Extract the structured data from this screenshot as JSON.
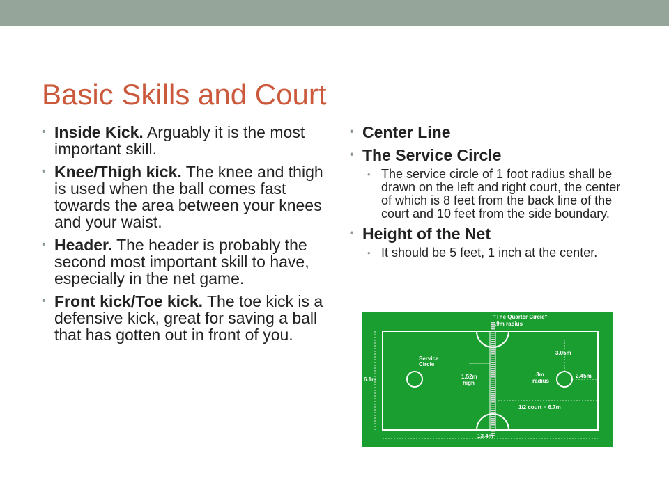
{
  "slide": {
    "title": "Basic Skills and Court",
    "colors": {
      "top_bar": "#96a59a",
      "title": "#cb5a3d",
      "court_green": "#1a9e2f"
    }
  },
  "left_bullets": [
    {
      "term": "Inside Kick.",
      "text": "  Arguably it is the most important skill."
    },
    {
      "term": "Knee/Thigh kick.",
      "text": " The knee and thigh is used when the ball comes fast towards the area between your knees and your waist."
    },
    {
      "term": "Header.",
      "text": " The header is probably the second most important skill to have, especially in the net game."
    },
    {
      "term": "Front kick/Toe kick.",
      "text": " The toe kick is a defensive kick, great for saving a ball that has gotten out in front of you."
    }
  ],
  "right_bullets": {
    "center_line": "Center Line",
    "service_circle": "The Service Circle",
    "service_circle_detail": "The service circle of 1 foot radius shall be drawn on the left and right court, the center of which is 8 feet from the back line of the court and 10 feet from the side boundary.",
    "net_height": "Height of the Net",
    "net_height_detail": " It should be 5 feet, 1 inch at the center."
  },
  "court_diagram": {
    "quarter_circle": "\"The Quarter Circle\"",
    "quarter_radius": ".9m radius",
    "service_circle_label_1": "Service",
    "service_circle_label_2": "Circle",
    "width": "6.1m",
    "net_height_1": "1.52m",
    "net_height_2": "high",
    "radius_1": ".3m",
    "radius_2": "radius",
    "dim_305": "3.05m",
    "dim_245": "2.45m",
    "half_court": "1/2 court = 6.7m",
    "length": "13.4m"
  }
}
